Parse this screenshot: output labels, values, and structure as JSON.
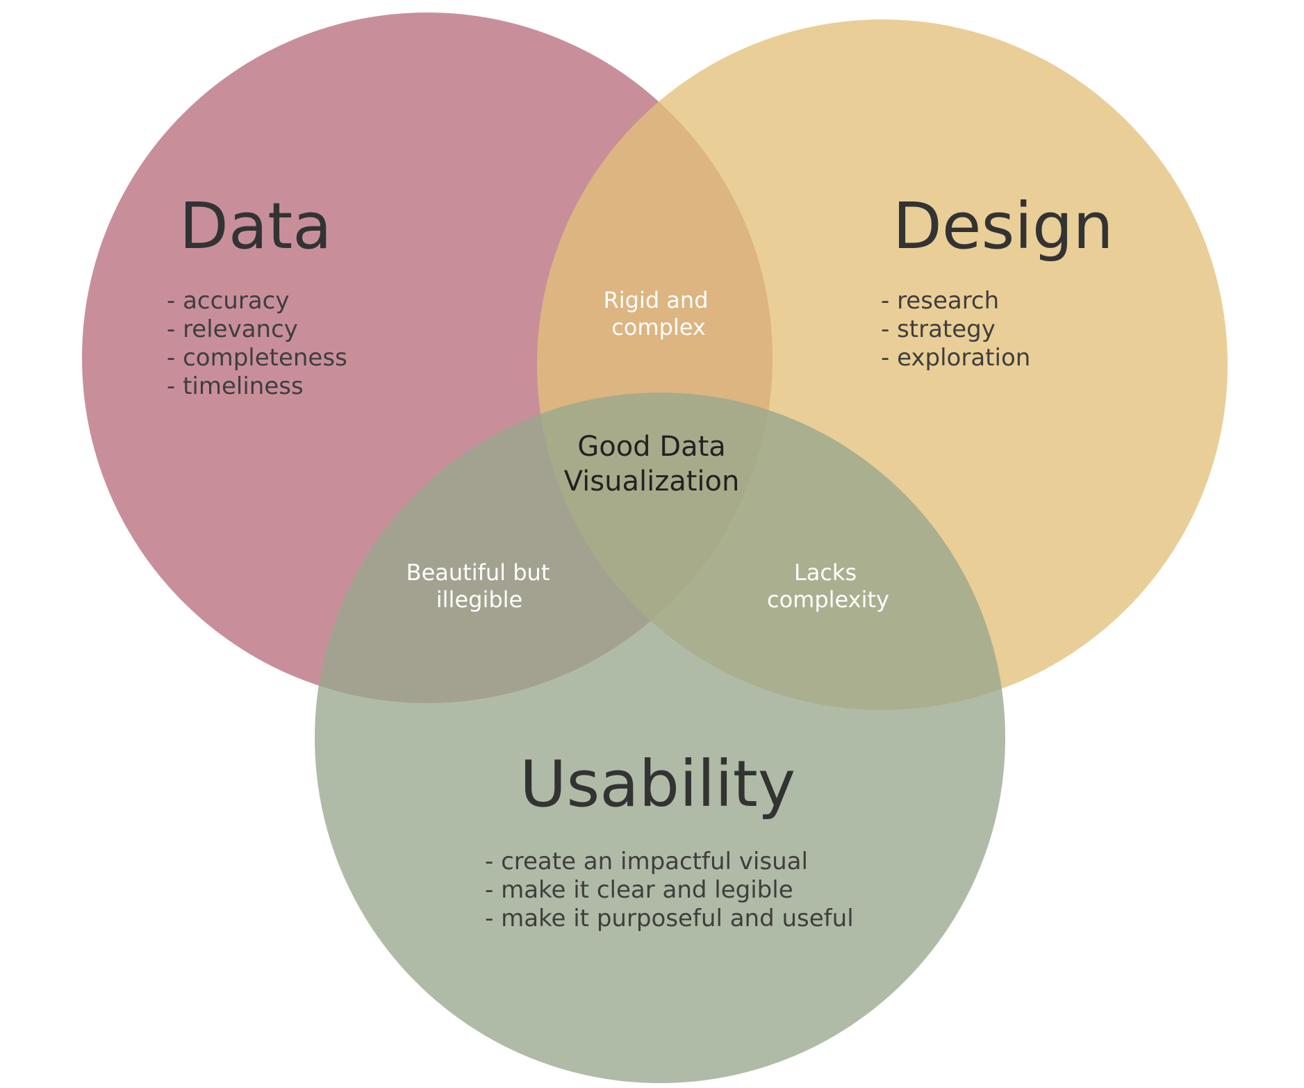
{
  "sets": {
    "data": {
      "title": "Data",
      "color": "#b86f7f",
      "items": [
        "- accuracy",
        "- relevancy",
        "- completeness",
        "- timeliness"
      ]
    },
    "design": {
      "title": "Design",
      "color": "#e3c07a",
      "items": [
        "- research",
        "- strategy",
        "- exploration"
      ]
    },
    "usability": {
      "title": "Usability",
      "color": "#99a88d",
      "items": [
        "- create an impactful visual",
        "- make it clear and legible",
        "- make it purposeful and useful"
      ]
    }
  },
  "overlaps": {
    "data_design": [
      "Rigid and",
      "complex"
    ],
    "data_usability": [
      "Beautiful but",
      "illegible"
    ],
    "design_usability": [
      "Lacks",
      "complexity"
    ],
    "center": [
      "Good Data",
      "Visualization"
    ]
  }
}
